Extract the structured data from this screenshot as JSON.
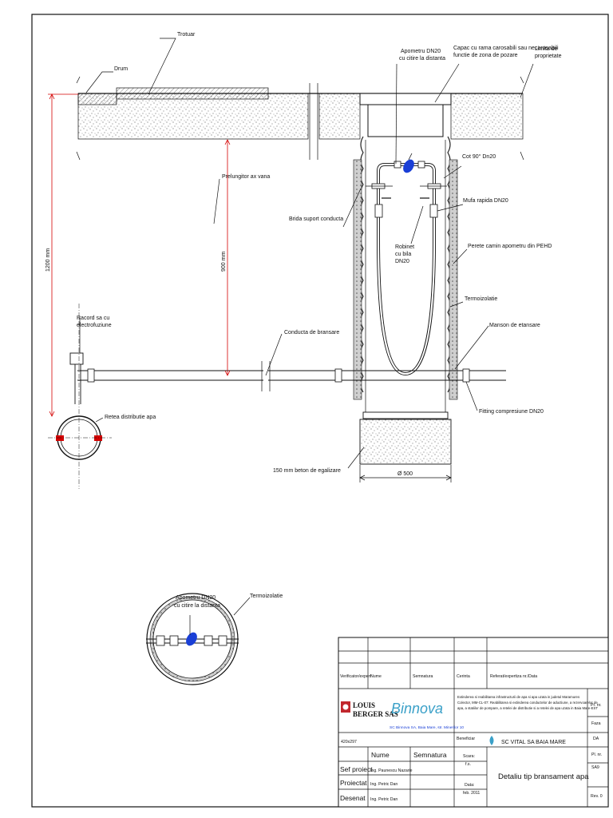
{
  "labels": {
    "trotuar": "Trotuar",
    "drum": "Drum",
    "apometru_l1": "Apometru DN20",
    "apometru_l2": "cu citire la distanta",
    "capac_l1": "Capac cu rama carosabili sau necarosabili",
    "capac_l2": "functie de zona de pozare",
    "limita_l1": "Limita de",
    "limita_l2": "proprietate",
    "cot": "Cot 90° Dn20",
    "prelungitor": "Prelungitor ax vana",
    "brida": "Brida suport conducta",
    "mufa": "Mufa rapida DN20",
    "robinet_l1": "Robinet",
    "robinet_l2": "cu bila",
    "robinet_l3": "DN20",
    "perete": "Perete camin apometru din PEHD",
    "termo": "Termoizolatie",
    "racord_l1": "Racord sa cu",
    "racord_l2": "electrofuziune",
    "conducta": "Conducta de bransare",
    "manson": "Manson de etansare",
    "retea": "Retea distributie apa",
    "fitting": "Fitting compresiune DN20",
    "beton": "150 mm beton de egalizare",
    "dim_500": "Ø 500",
    "dim_1200": "1200 mm",
    "dim_900": "900 mm",
    "plan_apometru_l1": "Apometru DN20",
    "plan_apometru_l2": "cu citire la distanta",
    "plan_termo": "Termoizolatie"
  },
  "titleblock": {
    "verificator": "Verificator/expert",
    "nume_h": "Nume",
    "semnatura_h": "Semnatura",
    "cerinta": "Cerinta",
    "referat": "Referat/expertiza nr./Data",
    "company1_l1": "LOUIS",
    "company1_l2": "BERGER SAS",
    "company2": "Binnova",
    "company2_addr": "SC Binnova SA, Baia Mare, str. Minerilor 10",
    "project_l1": "Extinderea si reabilitarea infrastructurii de apa si apa uzata in judetul Maramures",
    "project_l2": "Colector, MM-CL-07: Reabilitarea si extinderea conductelor de aductiune, a rezervoarelor de",
    "project_l3": "apa, a statiilor de pompare, a retelei de distributie si a retelei de apa uzata in Baia Mare-EST",
    "pr_nr": "Pr. nr.",
    "faza": "Faza",
    "faza_val": "DA",
    "format": "420x297",
    "beneficiar": "Beneficiar",
    "beneficiar_val": "SC VITAL SA BAIA MARE",
    "nume": "Nume",
    "semnatura": "Semnatura",
    "scara": "Scara:",
    "scara_val": "f.s.",
    "titlu": "Detaliu tip bransament apa",
    "pl_nr": "Pl. nr.",
    "pl_val": "SA9",
    "sef": "Sef proiect",
    "sef_name": "Ing. Paunescu Nazarie",
    "proiectat": "Proiectat",
    "proiectat_name": "Ing. Petric Dan",
    "data": "Data:",
    "data_val": "feb. 2011",
    "rev": "Rev. 0",
    "desenat": "Desenat",
    "desenat_name": "Ing. Petric Dan"
  },
  "colors": {
    "accent_blue": "#1a3fd6",
    "dimension_red": "#d40000",
    "logo_red": "#c1272d",
    "brand_teal": "#3aa0c8"
  }
}
